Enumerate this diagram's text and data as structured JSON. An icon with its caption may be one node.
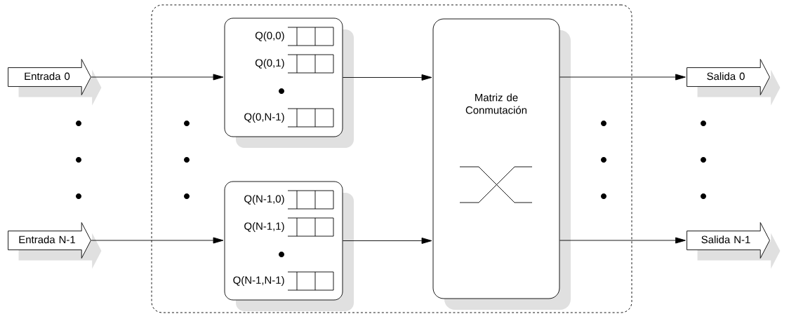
{
  "diagram": {
    "nodes": [
      {
        "text": [],
        "shape": "box"
      },
      {
        "text": [
          "Entrada 0"
        ]
      },
      {
        "text": [
          "Entrada N-1"
        ]
      },
      {
        "text": [
          "Q(0,0)",
          "Q(0,1)",
          "Q(0,N-1)"
        ],
        "in": 0
      },
      {
        "text": [
          "Q(N-1,0)",
          "Q(N-1,1)",
          "Q(N-1,N-1)"
        ],
        "in": 0
      },
      {
        "text": [
          "Matriz de Conmutación"
        ],
        "in": 0
      },
      {
        "text": [
          "Salida 0"
        ]
      },
      {
        "text": [
          "Salida N-1"
        ]
      }
    ],
    "edges": [
      {
        "from": 1,
        "to": 3,
        "arrow": "to"
      },
      {
        "from": 2,
        "to": 4,
        "arrow": "to"
      },
      {
        "from": 3,
        "to": 5,
        "arrow": "to"
      },
      {
        "from": 4,
        "to": 5,
        "arrow": "to"
      },
      {
        "from": 5,
        "to": 6,
        "arrow": "to"
      },
      {
        "from": 5,
        "to": 7,
        "arrow": "to"
      }
    ]
  }
}
